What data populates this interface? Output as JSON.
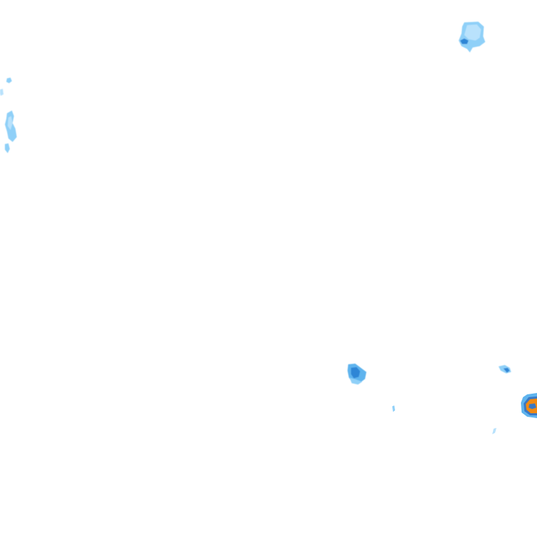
{
  "map": {
    "background": "#ffffff",
    "layer": "precipitation-radar-overlay"
  },
  "intensity_colors": {
    "very_light": "#b9e2fc",
    "light": "#8fd0f8",
    "moderate": "#5fb4ee",
    "heavy_blue": "#2f86d6",
    "heavy": "#f28a12",
    "heavy_outline": "#3a78c4"
  },
  "cells": [
    {
      "name": "echo-cell-top-right",
      "intensity": "light"
    },
    {
      "name": "echo-cell-left-edge-upper",
      "intensity": "very_light"
    },
    {
      "name": "echo-cell-left-edge-mid",
      "intensity": "light"
    },
    {
      "name": "echo-cell-center-right",
      "intensity": "moderate"
    },
    {
      "name": "echo-cell-right-small",
      "intensity": "moderate"
    },
    {
      "name": "echo-cell-right-edge-storm",
      "intensity": "heavy"
    },
    {
      "name": "echo-speck-center",
      "intensity": "very_light"
    },
    {
      "name": "echo-speck-lower-right",
      "intensity": "very_light"
    }
  ]
}
